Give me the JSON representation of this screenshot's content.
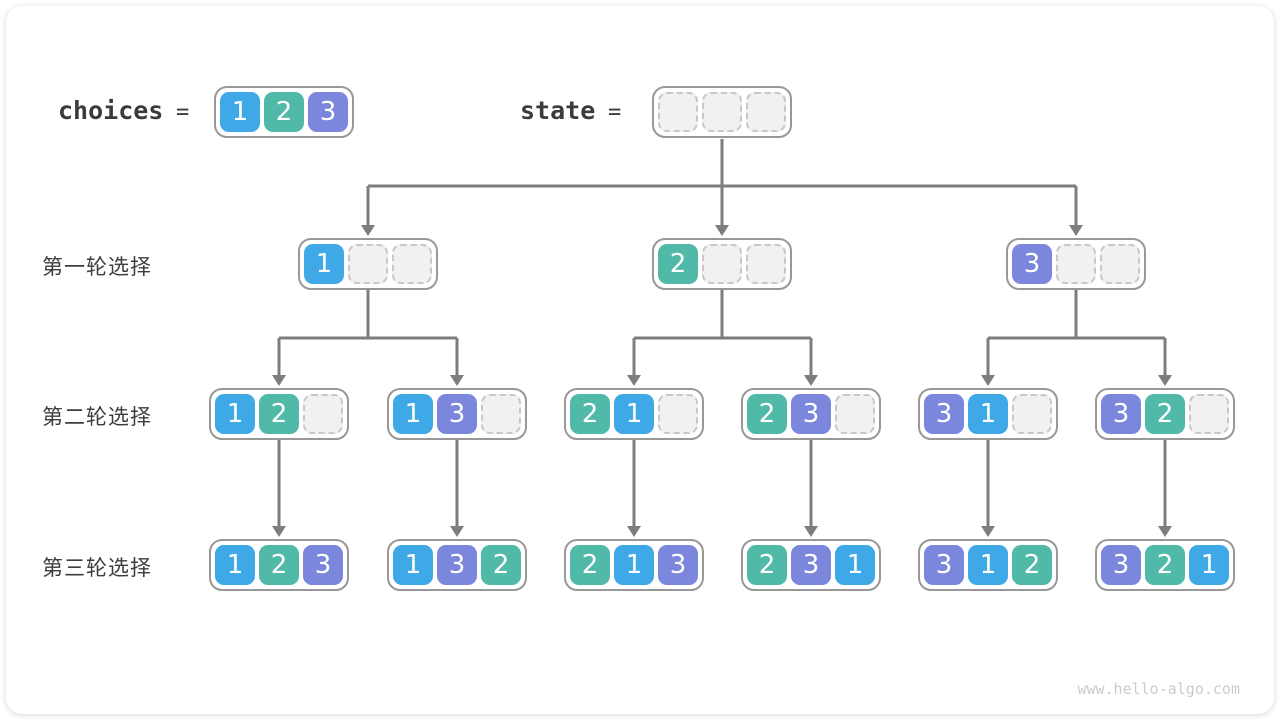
{
  "header": {
    "choices_label": "choices",
    "choices_equals": "=",
    "choices_values": [
      "1",
      "2",
      "3"
    ],
    "state_label": "state",
    "state_equals": "=",
    "state_values": [
      "",
      "",
      ""
    ]
  },
  "value_colors": {
    "1": "#3FA9E8",
    "2": "#50B9A8",
    "3": "#7B87DC"
  },
  "rows": [
    {
      "label": "第一轮选择",
      "nodes": [
        [
          "1",
          "",
          ""
        ],
        [
          "2",
          "",
          ""
        ],
        [
          "3",
          "",
          ""
        ]
      ]
    },
    {
      "label": "第二轮选择",
      "nodes": [
        [
          "1",
          "2",
          ""
        ],
        [
          "1",
          "3",
          ""
        ],
        [
          "2",
          "1",
          ""
        ],
        [
          "2",
          "3",
          ""
        ],
        [
          "3",
          "1",
          ""
        ],
        [
          "3",
          "2",
          ""
        ]
      ]
    },
    {
      "label": "第三轮选择",
      "nodes": [
        [
          "1",
          "2",
          "3"
        ],
        [
          "1",
          "3",
          "2"
        ],
        [
          "2",
          "1",
          "3"
        ],
        [
          "2",
          "3",
          "1"
        ],
        [
          "3",
          "1",
          "2"
        ],
        [
          "3",
          "2",
          "1"
        ]
      ]
    }
  ],
  "watermark": "www.hello-algo.com",
  "styles": {
    "arrow_color": "#7D7D7D",
    "node_border": "#989898",
    "empty_fill": "#F1F1F1",
    "empty_dash": "#C8C8C8",
    "text_color": "#3B3B3B",
    "watermark_color": "#CBCBCB"
  }
}
